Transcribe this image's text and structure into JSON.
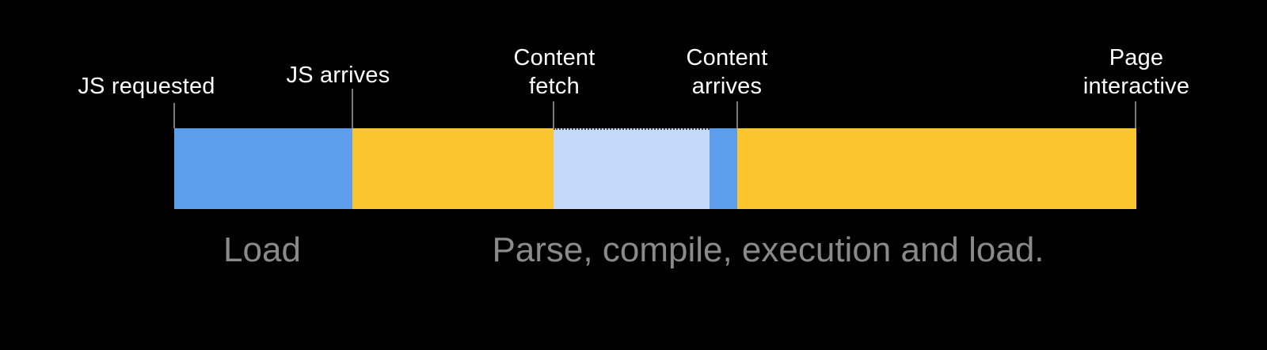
{
  "colors": {
    "background": "#000000",
    "bar-blue": "#5C9DEC",
    "bar-yellow": "#FBC52D",
    "bar-lightblue": "#C5D9F8",
    "label-white": "#FFFFFF",
    "caption-gray": "#8A8A8A",
    "tick-gray": "#7A7A7A"
  },
  "timeline": {
    "milestones": [
      {
        "label": "JS requested"
      },
      {
        "label": "JS arrives"
      },
      {
        "label": "Content\nfetch"
      },
      {
        "label": "Content\narrives"
      },
      {
        "label": "Page\ninteractive"
      }
    ],
    "segments": [
      {
        "name": "load",
        "color": "#5C9DEC"
      },
      {
        "name": "parse-compile",
        "color": "#FBC52D"
      },
      {
        "name": "content-fetch",
        "color": "#C5D9F8",
        "top_border": "dotted"
      },
      {
        "name": "content-arrives",
        "color": "#5C9DEC"
      },
      {
        "name": "execution",
        "color": "#FBC52D"
      }
    ]
  },
  "captions": {
    "load": "Load",
    "parse": "Parse, compile, execution and load."
  }
}
